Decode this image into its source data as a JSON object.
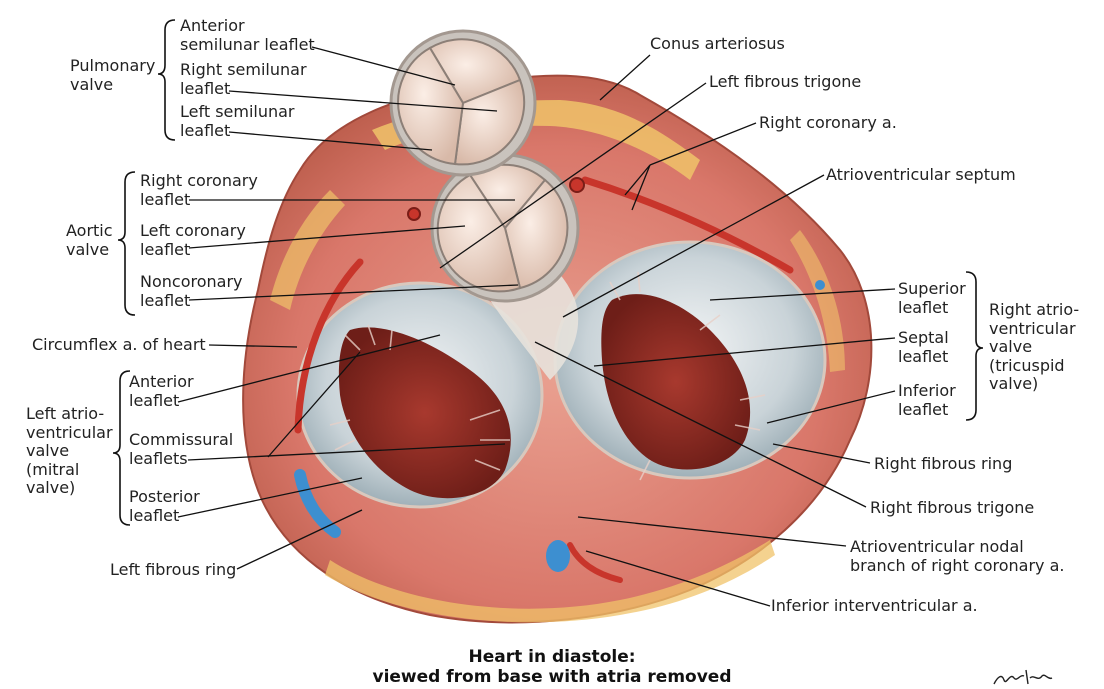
{
  "caption": {
    "line1": "Heart in diastole:",
    "line2": "viewed from base with atria removed"
  },
  "groups": {
    "pulmonary": [
      "Pulmonary",
      "valve"
    ],
    "aortic": [
      "Aortic",
      "valve"
    ],
    "mitral": [
      "Left atrio-",
      "ventricular",
      "valve",
      "(mitral",
      "valve)"
    ],
    "tricuspid": [
      "Right atrio-",
      "ventricular",
      "valve",
      "(tricuspid",
      "valve)"
    ]
  },
  "labels": {
    "anterior_semilunar": [
      "Anterior",
      "semilunar leaflet"
    ],
    "right_semilunar": [
      "Right semilunar",
      "leaflet"
    ],
    "left_semilunar": [
      "Left semilunar",
      "leaflet"
    ],
    "right_coronary_leaflet": [
      "Right coronary",
      "leaflet"
    ],
    "left_coronary_leaflet": [
      "Left coronary",
      "leaflet"
    ],
    "noncoronary_leaflet": [
      "Noncoronary",
      "leaflet"
    ],
    "circumflex": [
      "Circumflex a. of heart"
    ],
    "mitral_anterior": [
      "Anterior",
      "leaflet"
    ],
    "mitral_commissural": [
      "Commissural",
      "leaflets"
    ],
    "mitral_posterior": [
      "Posterior",
      "leaflet"
    ],
    "left_fibrous_ring": [
      "Left fibrous ring"
    ],
    "conus_arteriosus": [
      "Conus arteriosus"
    ],
    "left_fibrous_trigone": [
      "Left fibrous trigone"
    ],
    "right_coronary_artery": [
      "Right coronary a."
    ],
    "av_septum": [
      "Atrioventricular septum"
    ],
    "tricuspid_superior": [
      "Superior",
      "leaflet"
    ],
    "tricuspid_septal": [
      "Septal",
      "leaflet"
    ],
    "tricuspid_inferior": [
      "Inferior",
      "leaflet"
    ],
    "right_fibrous_ring": [
      "Right fibrous ring"
    ],
    "right_fibrous_trigone": [
      "Right fibrous trigone"
    ],
    "av_nodal_branch": [
      "Atrioventricular nodal",
      "branch of right coronary a."
    ],
    "inferior_interventricular": [
      "Inferior interventricular a."
    ]
  },
  "colors": {
    "myocardium": "#d9776a",
    "myocardium_dark": "#b84a3e",
    "fat": "#f0c36a",
    "valve_leaflet": "#e8d8cc",
    "orifice": "#cfd8dc",
    "chamber": "#8e2a22",
    "vessel_red": "#c8352b",
    "vein_blue": "#3d8fd0",
    "leader": "#111111"
  },
  "icons": {
    "signature": "artist-signature"
  }
}
